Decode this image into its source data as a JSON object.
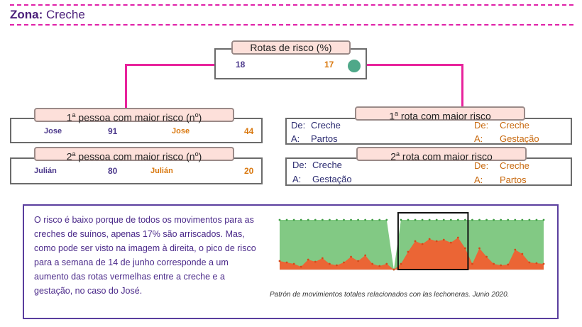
{
  "header": {
    "zone_label": "Zona:",
    "zone_value": "Creche"
  },
  "risk_routes": {
    "title": "Rotas de risco (%)",
    "left_value": "18",
    "right_value": "17"
  },
  "person1": {
    "title_pre": "1",
    "title_sup": "a",
    "title_post": " pessoa com maior risco (n",
    "title_sup2": "o",
    "title_end": ")",
    "left_name": "Jose",
    "left_value": "91",
    "right_name": "Jose",
    "right_value": "44"
  },
  "person2": {
    "title_pre": "2",
    "title_sup": "a",
    "title_post": " pessoa com maior risco (n",
    "title_sup2": "o",
    "title_end": ")",
    "left_name": "Julián",
    "left_value": "80",
    "right_name": "Julián",
    "right_value": "20"
  },
  "route1": {
    "title_pre": "1",
    "title_sup": "a",
    "title_post": " rota com maior risco",
    "from_label": "De:",
    "from_value": "Creche",
    "to_label": "A:",
    "to_value": "Partos",
    "from_label_r": "De:",
    "from_value_r": "Creche",
    "to_label_r": "A:",
    "to_value_r": "Gestação"
  },
  "route2": {
    "title_pre": "2",
    "title_sup": "a",
    "title_post": " rota com maior risco",
    "from_label": "De:",
    "from_value": "Creche",
    "to_label": "A:",
    "to_value": "Gestação",
    "from_label_r": "De:",
    "from_value_r": "Creche",
    "to_label_r": "A:",
    "to_value_r": "Partos"
  },
  "panel": {
    "paragraph": "O risco é baixo porque de todos os movimentos para as creches de suínos, apenas 17% são arriscados. Mas, como pode ser visto na imagem à direita, o pico de risco para a semana de 14 de junho corresponde a um aumento das rotas vermelhas entre a creche e a gestação, no caso do José.",
    "caption": "Patrón de movimientos totales relacionados con las lechoneras. Junio 2020."
  },
  "colors": {
    "accent": "#e8239c",
    "purple": "#4d3a8c",
    "orange": "#d9780f",
    "green": "#6cbf6e",
    "red": "#f06030"
  },
  "chart_data": {
    "type": "area",
    "title": "",
    "xlabel": "",
    "ylabel": "",
    "ylim": [
      0,
      80
    ],
    "series": [
      {
        "values": [
          70,
          70,
          70,
          70,
          70,
          70,
          70,
          70,
          70,
          70,
          70,
          70,
          70,
          70,
          70,
          70,
          0,
          70,
          70,
          70,
          70,
          70,
          70,
          70,
          70,
          70,
          70,
          70,
          70,
          70,
          70,
          70,
          70,
          70,
          70,
          70,
          70,
          70
        ]
      },
      {
        "values": [
          12,
          10,
          8,
          4,
          14,
          11,
          16,
          8,
          6,
          10,
          18,
          12,
          20,
          8,
          5,
          8,
          0,
          8,
          25,
          40,
          36,
          43,
          40,
          42,
          38,
          45,
          30,
          8,
          30,
          18,
          8,
          6,
          7,
          28,
          22,
          10,
          9,
          8
        ]
      }
    ],
    "highlight_range": [
      17,
      26
    ]
  }
}
